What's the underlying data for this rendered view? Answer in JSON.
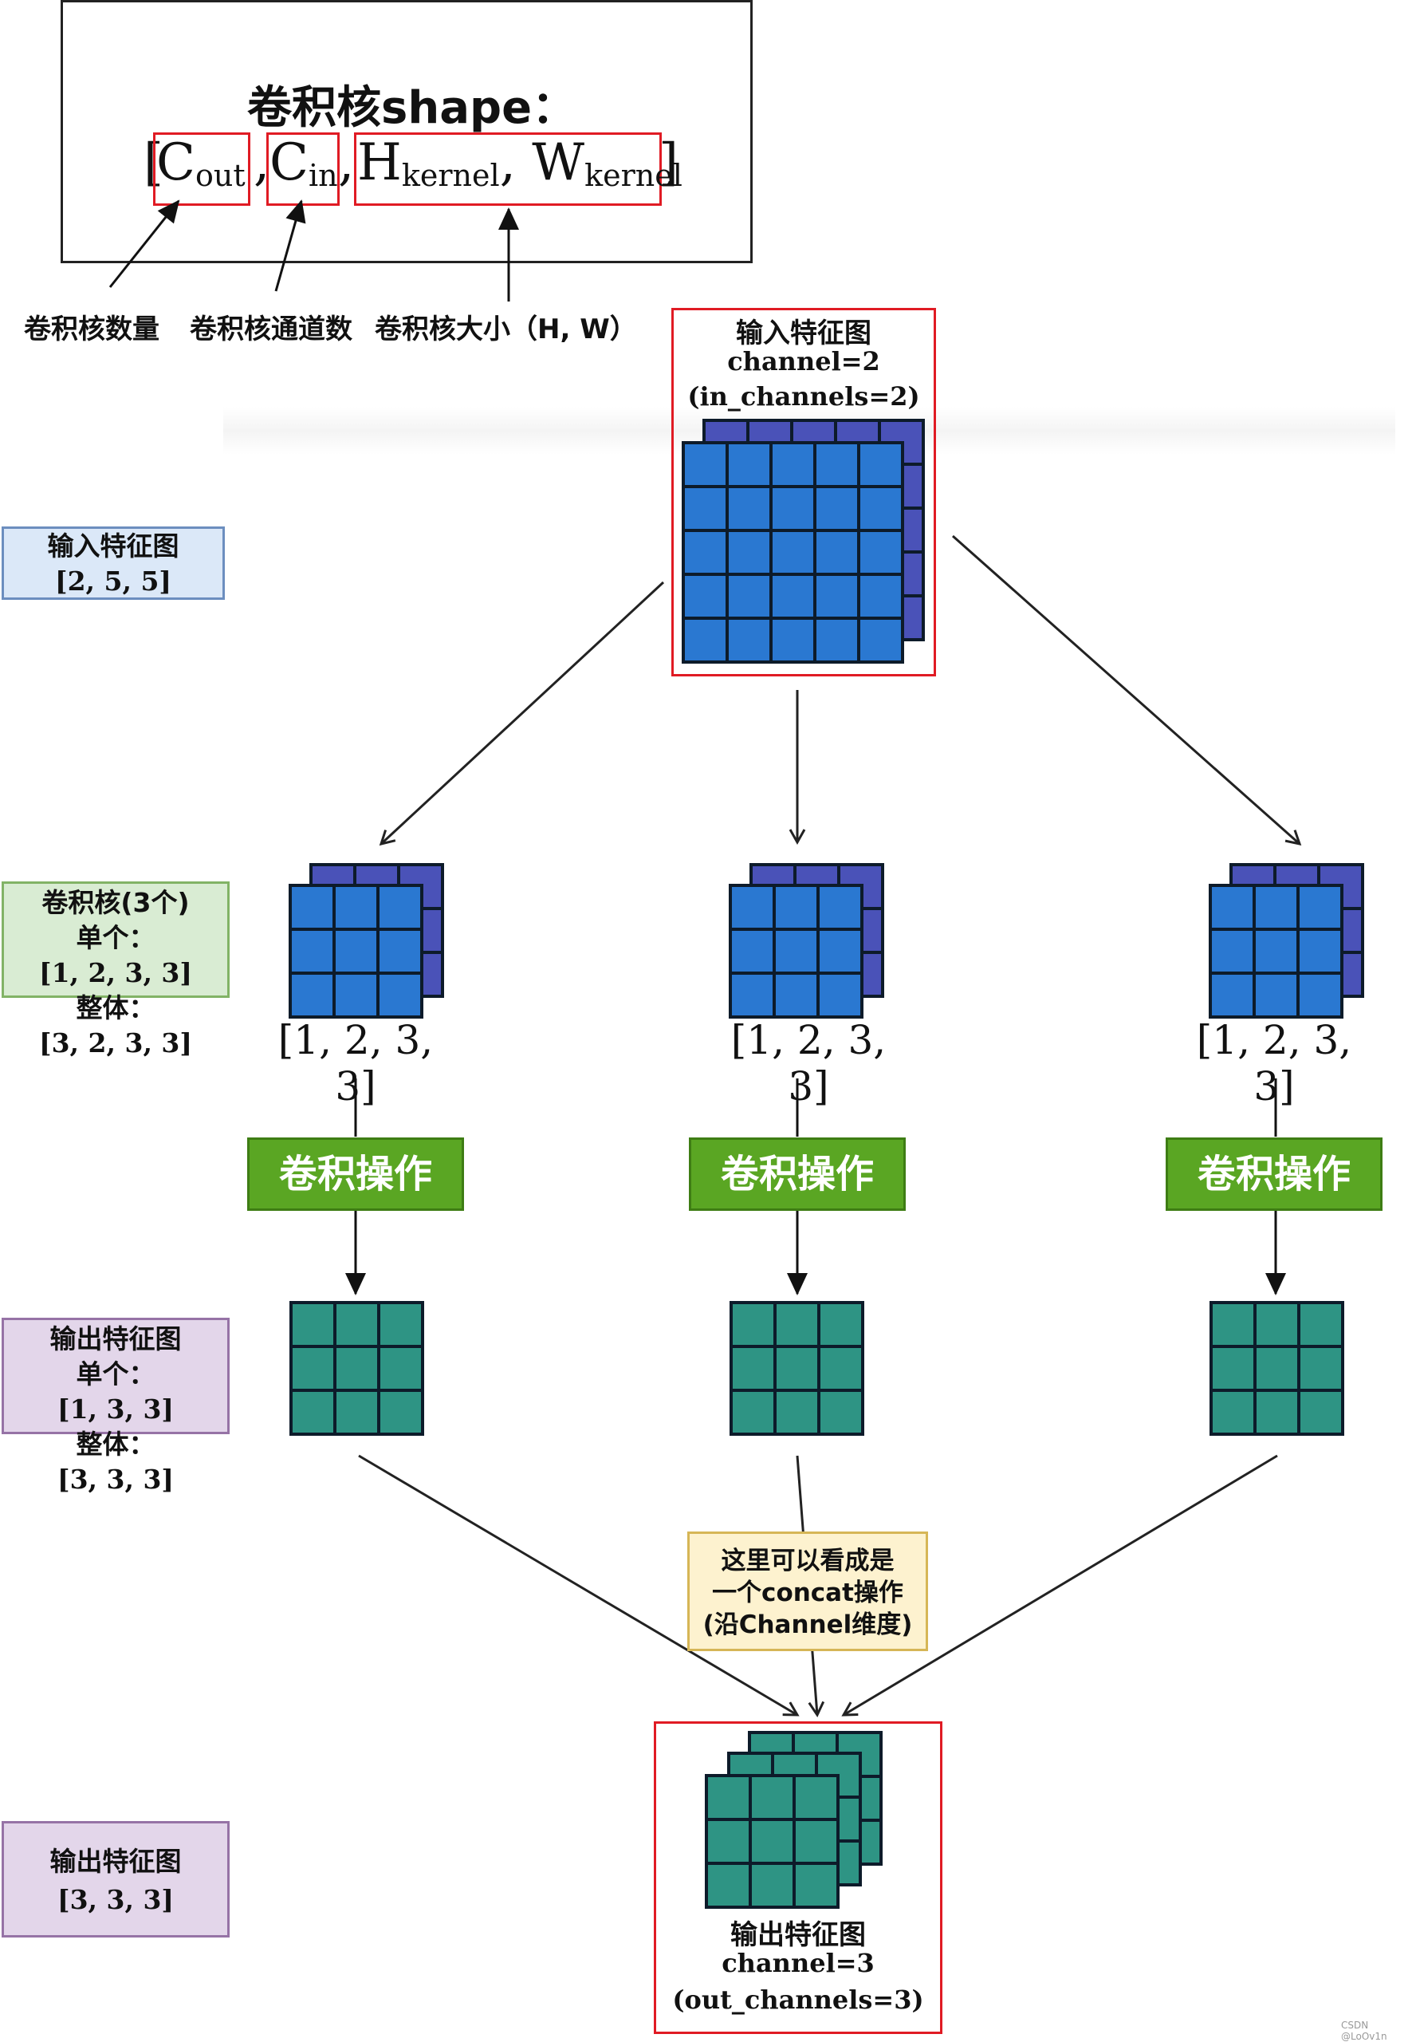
{
  "header": {
    "title": "卷积核shape：",
    "formula": {
      "c_out": "C",
      "c_out_sub": "out",
      "c_in": "C",
      "c_in_sub": "in",
      "h": "H",
      "h_sub": "kernel",
      "w": "W",
      "w_sub": "kernel"
    },
    "annotations": {
      "count": "卷积核数量",
      "channels": "卷积核通道数",
      "size": "卷积核大小（H, W）"
    }
  },
  "input": {
    "title": "输入特征图",
    "line1": "channel=2",
    "line2": "(in_channels=2)"
  },
  "legends": {
    "input": {
      "title": "输入特征图",
      "shape": "[2, 5, 5]"
    },
    "kernel": {
      "title": "卷积核(3个)",
      "single_label": "单个：",
      "single": "[1, 2, 3, 3]",
      "total_label": "整体：",
      "total": "[3, 2, 3, 3]"
    },
    "output_each": {
      "title": "输出特征图",
      "single_label": "单个：",
      "single": "[1, 3, 3]",
      "total_label": "整体：",
      "total": "[3, 3, 3]"
    },
    "output_final": {
      "title": "输出特征图",
      "shape": "[3, 3, 3]"
    }
  },
  "kernels": [
    {
      "label": "[1, 2, 3, 3]",
      "op": "卷积操作"
    },
    {
      "label": "[1, 2, 3, 3]",
      "op": "卷积操作"
    },
    {
      "label": "[1, 2, 3, 3]",
      "op": "卷积操作"
    }
  ],
  "concat_note": {
    "line1": "这里可以看成是",
    "line2": "一个concat操作",
    "line3": "(沿Channel维度)"
  },
  "output": {
    "title": "输出特征图",
    "line1": "channel=3",
    "line2": "(out_channels=3)"
  },
  "watermark": "CSDN @LoOv1n",
  "colors": {
    "grid_front": "#2a78d1",
    "grid_back": "#4a52b8",
    "output_grid": "#2e9484",
    "red": "#e01b24",
    "legend_blue_bg": "#dbe8f8",
    "legend_green_bg": "#d9ecd3",
    "legend_purple_bg": "#e3d6ea",
    "note_bg": "#fdf2cf"
  }
}
